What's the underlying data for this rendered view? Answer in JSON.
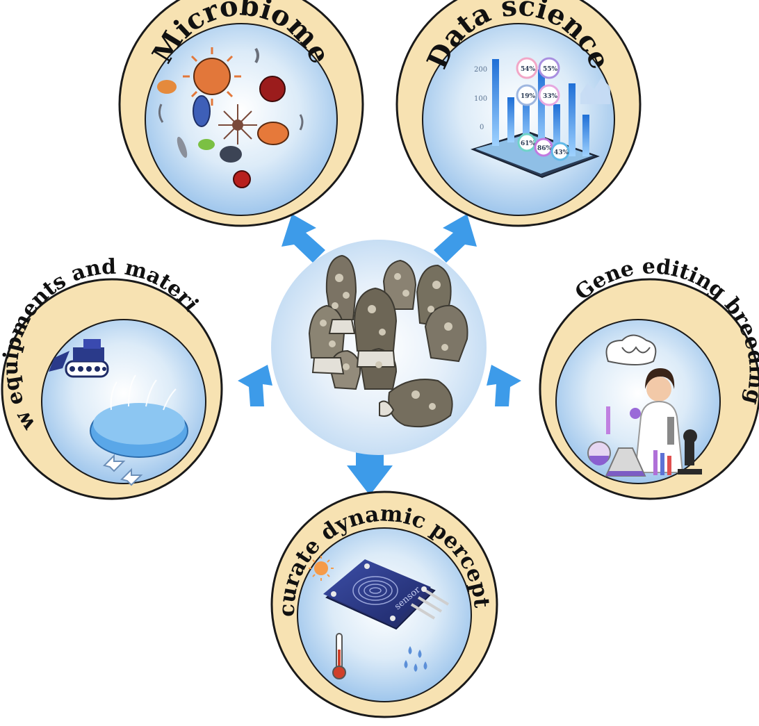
{
  "center": {
    "subject": "morel-mushrooms"
  },
  "nodes": [
    {
      "id": "microbiome",
      "label": "Microbiome",
      "icon": "microbes-icon"
    },
    {
      "id": "data-science",
      "label": "Data science",
      "icon": "bar-chart-tablet-icon"
    },
    {
      "id": "new-equipments",
      "label": "New equipments and materials",
      "icon": "tractor-and-membrane-icon"
    },
    {
      "id": "gene-editing",
      "label": "Gene editing breeding",
      "icon": "scientist-lab-icon"
    },
    {
      "id": "perception",
      "label": "Accurate dynamic perception",
      "icon": "sensor-board-icon"
    }
  ],
  "data_science_art": {
    "axis_ticks": [
      "200",
      "100",
      "0"
    ],
    "percentages": [
      "54%",
      "55%",
      "19%",
      "33%",
      "61%",
      "86%",
      "43%"
    ]
  },
  "sensor_art": {
    "chip_text": "sensor"
  },
  "colors": {
    "ring": "#f7e2b2",
    "ring_border": "#1a1a1a",
    "inner_light": "#ffffff",
    "inner_blue": "#a9cdef",
    "arrow": "#3d9be9",
    "center_glow": "#cfe3f6"
  }
}
